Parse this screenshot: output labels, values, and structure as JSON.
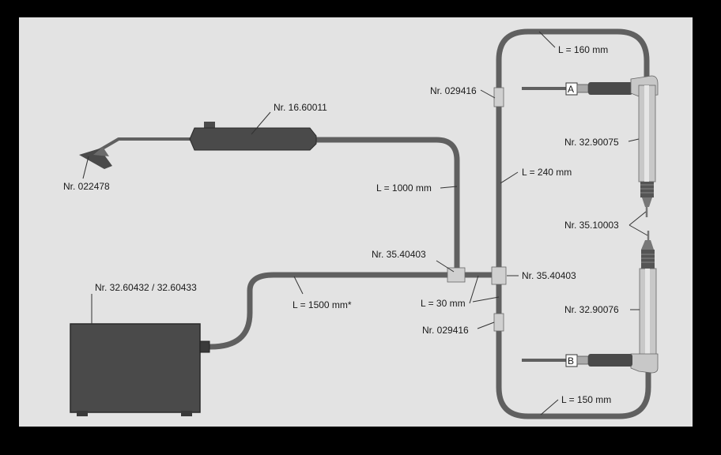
{
  "colors": {
    "background": "#e3e3e3",
    "frame": "#000000",
    "hose": "#606060",
    "hose_highlight": "#8c8c8c",
    "device": "#4a4a4a",
    "device_dark": "#3a3a3a",
    "fitting": "#d0d0d0",
    "pen_body": "#c8c8c8"
  },
  "labels": {
    "pump_unit": "Nr. 32.60432 / 32.60433",
    "valve": "Nr. 16.60011",
    "foot_pedal": "Nr. 022478",
    "hose_1000": "L = 1000 mm",
    "hose_1500": "L = 1500 mm*",
    "tee_left": "Nr. 35.40403",
    "tee_right": "Nr. 35.40403",
    "hose_30": "L = 30 mm",
    "connector_top": "Nr. 029416",
    "connector_bottom": "Nr. 029416",
    "hose_160": "L = 160 mm",
    "hose_240": "L = 240 mm",
    "hose_150": "L = 150 mm",
    "handpiece_top": "Nr. 32.90075",
    "handpiece_bottom": "Nr. 32.90076",
    "tip": "Nr. 35.10003",
    "cable_a": "A",
    "cable_b": "B"
  }
}
